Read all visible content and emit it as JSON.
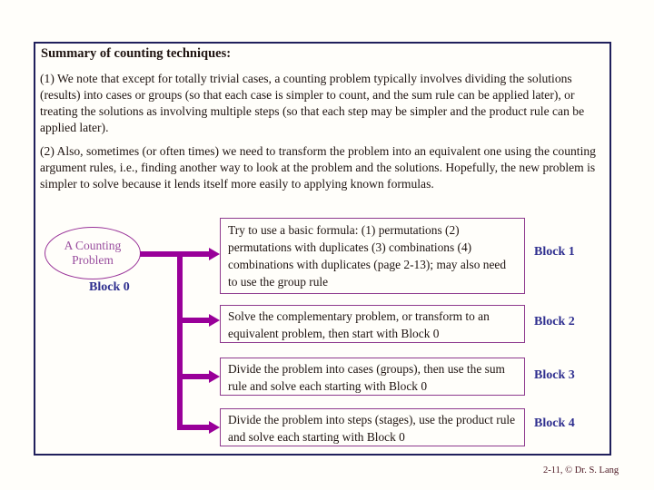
{
  "slide": {
    "title": "Summary of counting techniques:",
    "paragraphs": [
      "(1) We note that except for totally trivial cases, a counting problem typically involves dividing the solutions (results) into cases or groups (so that each case is simpler to count, and the sum rule can be applied later), or treating the solutions as involving multiple steps (so that each step may be simpler and the product rule can be applied later).",
      "(2) Also, sometimes (or often times) we need to transform the problem into an equivalent one using the counting argument rules, i.e., finding another way to look at the problem and the solutions.  Hopefully, the new problem is simpler to solve because it lends itself more easily to applying known formulas."
    ],
    "diagram": {
      "root": {
        "label_line1": "A Counting",
        "label_line2": "Problem",
        "block_label": "Block 0"
      },
      "boxes": [
        {
          "text": "Try to use a basic formula: (1) permutations (2) permutations with duplicates (3) combinations (4) combinations with duplicates (page 2-13); may also need to use the group rule",
          "block_label": "Block 1"
        },
        {
          "text": "Solve the complementary problem, or transform to an equivalent problem, then start with Block 0",
          "block_label": "Block 2"
        },
        {
          "text": "Divide the problem into cases (groups), then use the sum rule and solve each starting with Block 0",
          "block_label": "Block 3"
        },
        {
          "text": "Divide the problem into steps (stages), use the product rule and solve each starting with Block 0",
          "block_label": "Block 4"
        }
      ]
    },
    "footer": "2-11, © Dr. S. Lang",
    "colors": {
      "arrow": "#990099",
      "box_border": "#8e3a8e",
      "ellipse_border": "#993399",
      "ellipse_text": "#994d9e",
      "block_label": "#2f2f8f",
      "outer_border": "#20205c",
      "body_text": "#1e1310",
      "footer_text": "#4a1520",
      "page_bg": "#fffefa"
    }
  }
}
